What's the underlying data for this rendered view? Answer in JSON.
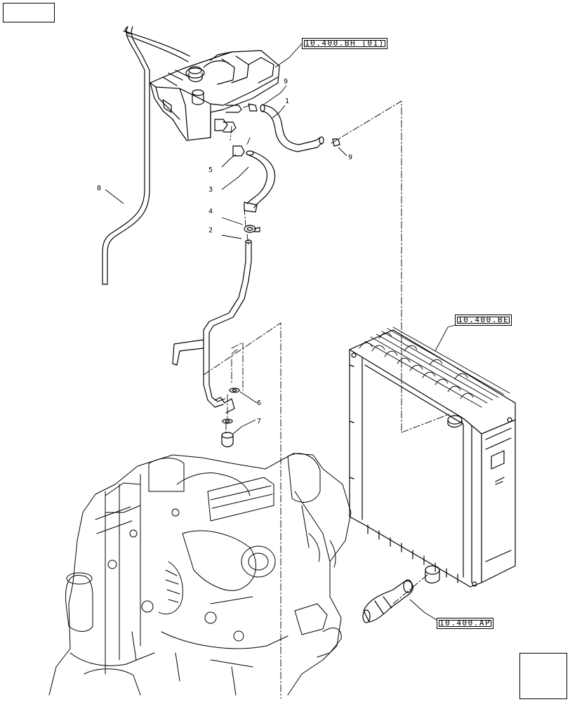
{
  "navigation": {
    "previous_icon": "previous-page-arrow-icon",
    "next_icon": "next-page-arrow-icon"
  },
  "references": {
    "expansion_tank": "10.400.BH (01)",
    "radiator": "10.400.BE",
    "lower_hose": "10.400.AP"
  },
  "callouts": [
    "1",
    "2",
    "3",
    "4",
    "5",
    "6",
    "7",
    "8",
    "9",
    "9"
  ]
}
